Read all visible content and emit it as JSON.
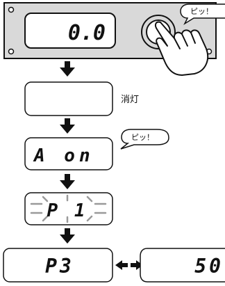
{
  "device": {
    "display_value": "0.0"
  },
  "bubbles": {
    "beep_top": "ピッ！",
    "beep_mid": "ピッ！"
  },
  "steps": {
    "off_label": "消灯",
    "a_on_display": "A on",
    "p1_display": "P 1",
    "p3_display": "P3",
    "fifty_display": "50"
  },
  "icons": {
    "hand": "pressing-hand-icon",
    "arrow_down": "down-arrow-icon",
    "arrow_bidirectional": "left-right-arrow-icon"
  },
  "colors": {
    "panel_gray": "#d9d9d9",
    "stroke": "#111111",
    "blink_marks": "#9a9a9a"
  }
}
